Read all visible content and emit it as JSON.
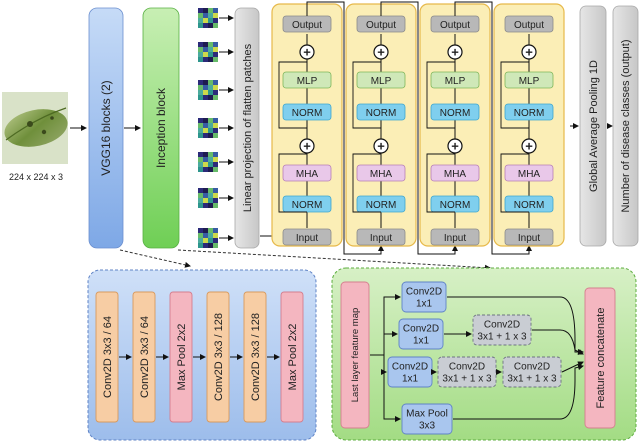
{
  "input": {
    "size_label": "224 x 224 x 3"
  },
  "pipeline": {
    "vgg_label": "VGG16 blocks (2)",
    "inception_label": "Inception block",
    "linear_projection_label": "Linear projection of flatten patches",
    "gap_label": "Global Average Pooling 1D",
    "output_label": "Number of disease classes (output)"
  },
  "transformer_block": {
    "output": "Output",
    "mlp": "MLP",
    "norm": "NORM",
    "mha": "MHA",
    "input": "Input",
    "add_symbol": "+",
    "count": 4
  },
  "vgg_detail": {
    "layers": [
      "Conv2D 3x3 / 64",
      "Conv2D 3x3 / 64",
      "Max Pool 2x2",
      "Conv2D 3x3 / 128",
      "Conv2D 3x3 / 128",
      "Max Pool 2x2"
    ]
  },
  "inception_detail": {
    "source": "Last layer feature map",
    "sink": "Feature concatenate",
    "conv1x1": "Conv2D\n1x1",
    "conv3x3": "Conv2D\n3x1 + 1 x 3",
    "maxpool": "Max Pool\n3x3"
  },
  "colors": {
    "vgg_fill": "#a9c6ee",
    "inception_fill": "#a8e08f",
    "block_fill": "#fbeeb6",
    "block_border": "#e7b94a",
    "output_fill": "#b8b8b8",
    "mlp_fill": "#cfe8b8",
    "norm_fill": "#7fcfee",
    "mha_fill": "#e9c8e9",
    "orange_fill": "#f7cda4",
    "pink_fill": "#f4b6c0",
    "gray_fill": "#d8d8d8"
  }
}
